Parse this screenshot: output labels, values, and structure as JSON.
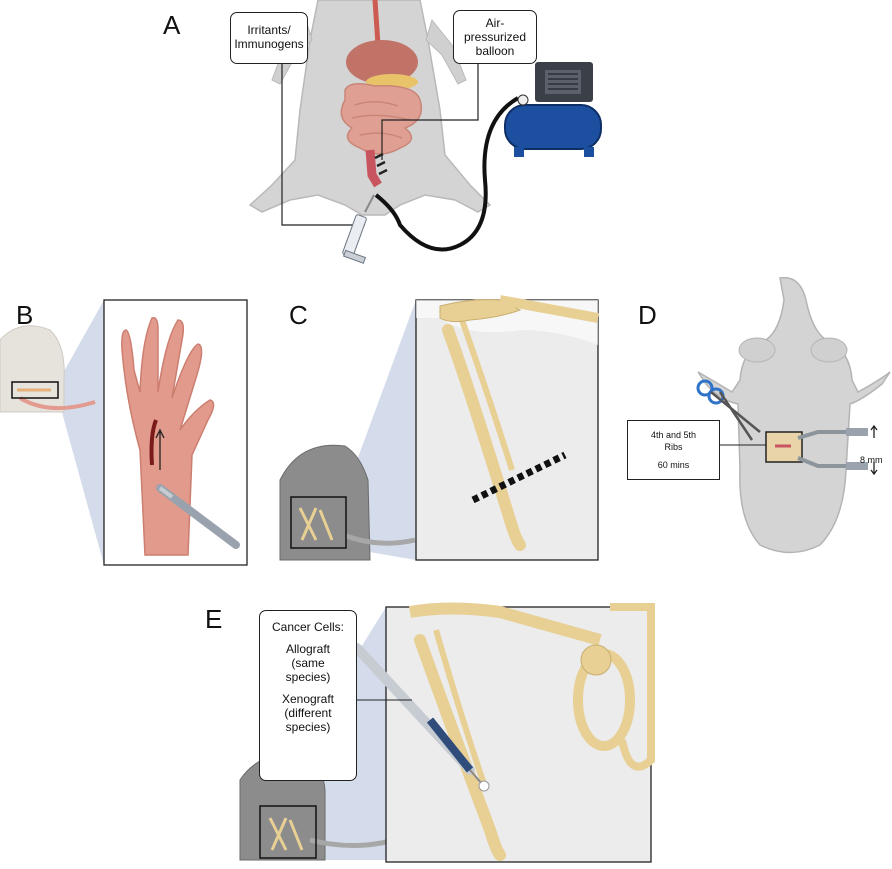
{
  "panels": {
    "A": {
      "letter": "A",
      "callout_left": {
        "line1": "Irritants/",
        "line2": "Immunogens"
      },
      "callout_right": {
        "line1": "Air-",
        "line2": "pressurized",
        "line3": "balloon"
      }
    },
    "B": {
      "letter": "B"
    },
    "C": {
      "letter": "C"
    },
    "D": {
      "letter": "D",
      "ribs_label": "4th and 5th Ribs",
      "time_label": "60 mins",
      "spacing_label": "8 mm"
    },
    "E": {
      "letter": "E",
      "title": "Cancer Cells:",
      "allograft": {
        "line1": "Allograft",
        "line2": "(same",
        "line3": "species)"
      },
      "xenograft": {
        "line1": "Xenograft",
        "line2": "(different",
        "line3": "species)"
      }
    }
  },
  "colors": {
    "mouse_body": "#d3d4d3",
    "bone": "#e8cf94",
    "skin_pink": "#e29a8c",
    "compressor_blue": "#1c4fa0",
    "zoom_wedge": "#c9d3e6",
    "scissors_blue": "#2f73c9"
  },
  "icons": [
    "syringe-icon",
    "air-compressor-icon",
    "scissors-icon",
    "scalpel-icon",
    "retractor-icon"
  ]
}
